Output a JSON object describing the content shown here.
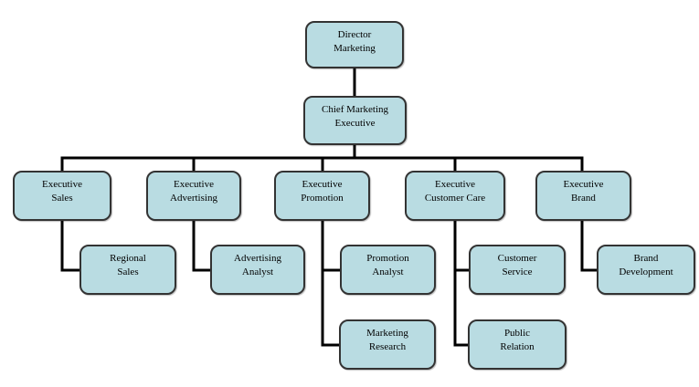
{
  "page": {
    "background": "#ffffff"
  },
  "diagram": {
    "type": "org-chart",
    "node_fill": "#b9dce2",
    "node_border": "#333333",
    "connector_color": "#000000",
    "nodes": {
      "director": {
        "label": "Director\nMarketing"
      },
      "chief": {
        "label": "Chief Marketing\nExecutive"
      },
      "exec_sales": {
        "label": "Executive\nSales"
      },
      "exec_advertising": {
        "label": "Executive\nAdvertising"
      },
      "exec_promotion": {
        "label": "Executive\nPromotion"
      },
      "exec_customer_care": {
        "label": "Executive\nCustomer Care"
      },
      "exec_brand": {
        "label": "Executive\nBrand"
      },
      "regional_sales": {
        "label": "Regional\nSales"
      },
      "advertising_analyst": {
        "label": "Advertising\nAnalyst"
      },
      "promotion_analyst": {
        "label": "Promotion\nAnalyst"
      },
      "marketing_research": {
        "label": "Marketing\nResearch"
      },
      "customer_service": {
        "label": "Customer\nService"
      },
      "public_relation": {
        "label": "Public\nRelation"
      },
      "brand_development": {
        "label": "Brand\nDevelopment"
      }
    },
    "hierarchy": [
      {
        "parent": "Director Marketing",
        "children": [
          "Chief Marketing Executive"
        ]
      },
      {
        "parent": "Chief Marketing Executive",
        "children": [
          "Executive Sales",
          "Executive Advertising",
          "Executive Promotion",
          "Executive Customer Care",
          "Executive Brand"
        ]
      },
      {
        "parent": "Executive Sales",
        "children": [
          "Regional Sales"
        ]
      },
      {
        "parent": "Executive Advertising",
        "children": [
          "Advertising Analyst"
        ]
      },
      {
        "parent": "Executive Promotion",
        "children": [
          "Promotion Analyst",
          "Marketing Research"
        ]
      },
      {
        "parent": "Executive Customer Care",
        "children": [
          "Customer Service",
          "Public Relation"
        ]
      },
      {
        "parent": "Executive Brand",
        "children": [
          "Brand Development"
        ]
      }
    ]
  }
}
